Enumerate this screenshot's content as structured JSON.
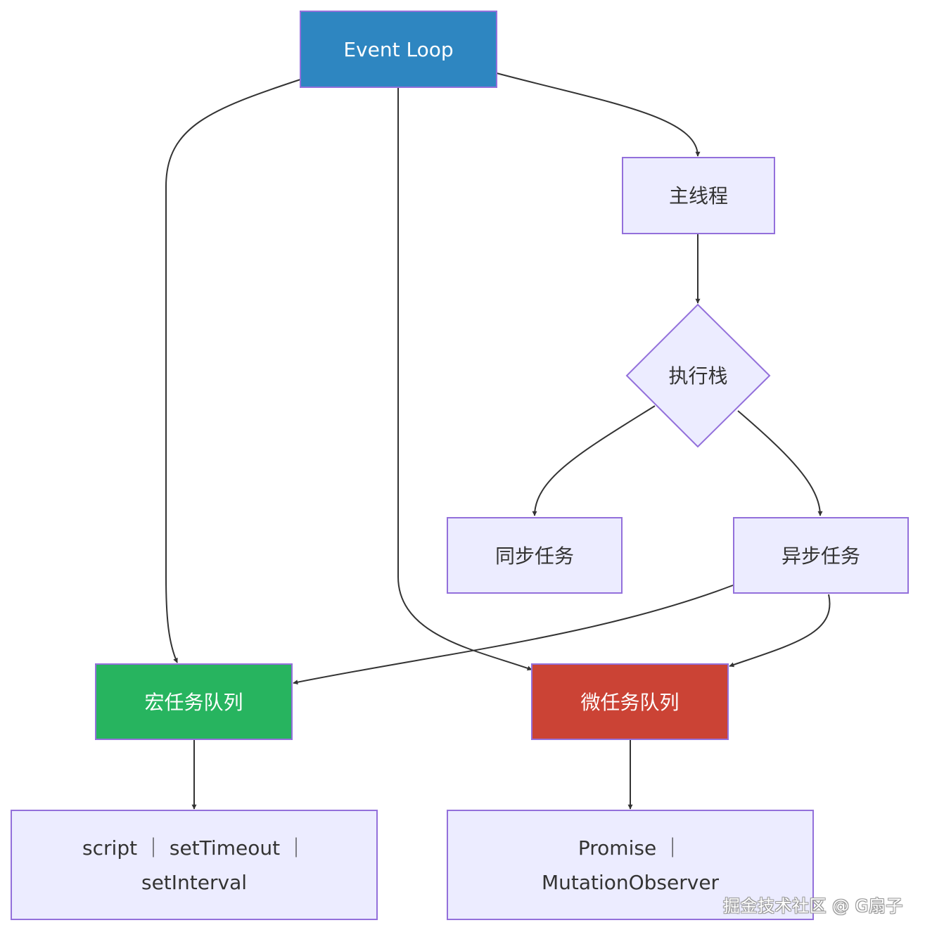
{
  "nodes": {
    "event_loop": {
      "label": "Event Loop",
      "fill": "#2e86c1",
      "text_color": "#ffffff"
    },
    "main_thread": {
      "label": "主线程",
      "fill": "#ececff",
      "text_color": "#333333"
    },
    "exec_stack": {
      "label": "执行栈",
      "fill": "#ececff",
      "text_color": "#333333"
    },
    "sync_task": {
      "label": "同步任务",
      "fill": "#ececff",
      "text_color": "#333333"
    },
    "async_task": {
      "label": "异步任务",
      "fill": "#ececff",
      "text_color": "#333333"
    },
    "macro_queue": {
      "label": "宏任务队列",
      "fill": "#27b45f",
      "text_color": "#ffffff"
    },
    "micro_queue": {
      "label": "微任务队列",
      "fill": "#cb4335",
      "text_color": "#ffffff"
    },
    "macro_examples": {
      "line1": "script ｜ setTimeout ｜",
      "line2": "setInterval",
      "fill": "#ececff",
      "text_color": "#333333"
    },
    "micro_examples": {
      "line1": "Promise ｜",
      "line2": "MutationObserver",
      "fill": "#ececff",
      "text_color": "#333333"
    }
  },
  "edges": [
    {
      "from": "Event Loop",
      "to": "宏任务队列"
    },
    {
      "from": "Event Loop",
      "to": "微任务队列"
    },
    {
      "from": "Event Loop",
      "to": "主线程"
    },
    {
      "from": "主线程",
      "to": "执行栈"
    },
    {
      "from": "执行栈",
      "to": "同步任务"
    },
    {
      "from": "执行栈",
      "to": "异步任务"
    },
    {
      "from": "异步任务",
      "to": "宏任务队列"
    },
    {
      "from": "异步任务",
      "to": "微任务队列"
    },
    {
      "from": "宏任务队列",
      "to": "script ｜ setTimeout ｜ setInterval"
    },
    {
      "from": "微任务队列",
      "to": "Promise ｜ MutationObserver"
    }
  ],
  "colors": {
    "node_border": "#9370db",
    "edge": "#333333"
  },
  "watermark": "掘金技术社区 @ G扇子"
}
